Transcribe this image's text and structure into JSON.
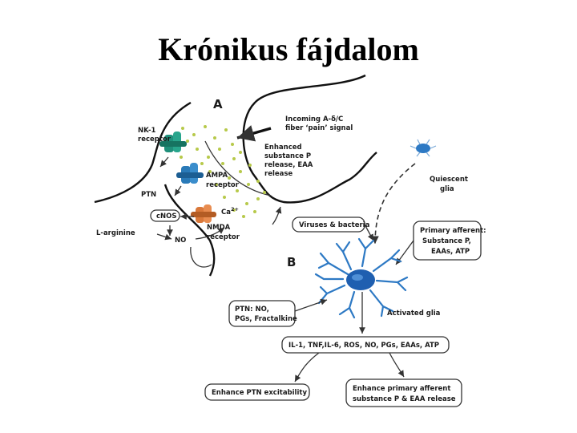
{
  "title": "Krónikus fájdalom",
  "sections": {
    "a": "A",
    "b": "B"
  },
  "labels": {
    "nk1_line1": "NK-1",
    "nk1_line2": "receptor",
    "ampa_line1": "AMPA",
    "ampa_line2": "receptor",
    "ptn": "PTN",
    "ca": "Ca",
    "ca_sup": "2+",
    "nmda_line1": "NMDA",
    "nmda_line2": "receptor",
    "cnos": "cNOS",
    "larginine": "L-arginine",
    "no": "NO",
    "incoming_line1": "Incoming A-δ/C",
    "incoming_line2": "fiber ‘pain’ signal",
    "enhanced_line1": "Enhanced",
    "enhanced_line2": "substance P",
    "enhanced_line3": "release, EAA",
    "enhanced_line4": "release",
    "quiescent_line1": "Quiescent",
    "quiescent_line2": "glia",
    "viruses": "Viruses & bacteria",
    "primary_line1": "Primary afferent:",
    "primary_line2": "Substance P,",
    "primary_line3": "EAAs, ATP",
    "ptn_box_line1": "PTN: NO,",
    "ptn_box_line2": "PGs, Fractalkine",
    "activated": "Activated glia",
    "cytokines": "IL-1, TNF,IL-6, ROS, NO, PGs, EAAs, ATP",
    "enhance_ptn": "Enhance PTN excitability",
    "enhance_pa_line1": "Enhance primary afferent",
    "enhance_pa_line2": "substance P & EAA release"
  },
  "colors": {
    "nk1_receptor": "#1f8f7a",
    "ampa_receptor": "#2a7ab8",
    "nmda_receptor": "#d9783a",
    "dots": "#b7c94a",
    "glia_body": "#1f5fb0",
    "glia_processes": "#2d79c4"
  },
  "icons": {
    "nk1": "nk1-receptor-icon",
    "ampa": "ampa-receptor-icon",
    "nmda": "nmda-receptor-icon",
    "quiescent": "quiescent-glia-icon",
    "activated": "activated-glia-icon"
  }
}
